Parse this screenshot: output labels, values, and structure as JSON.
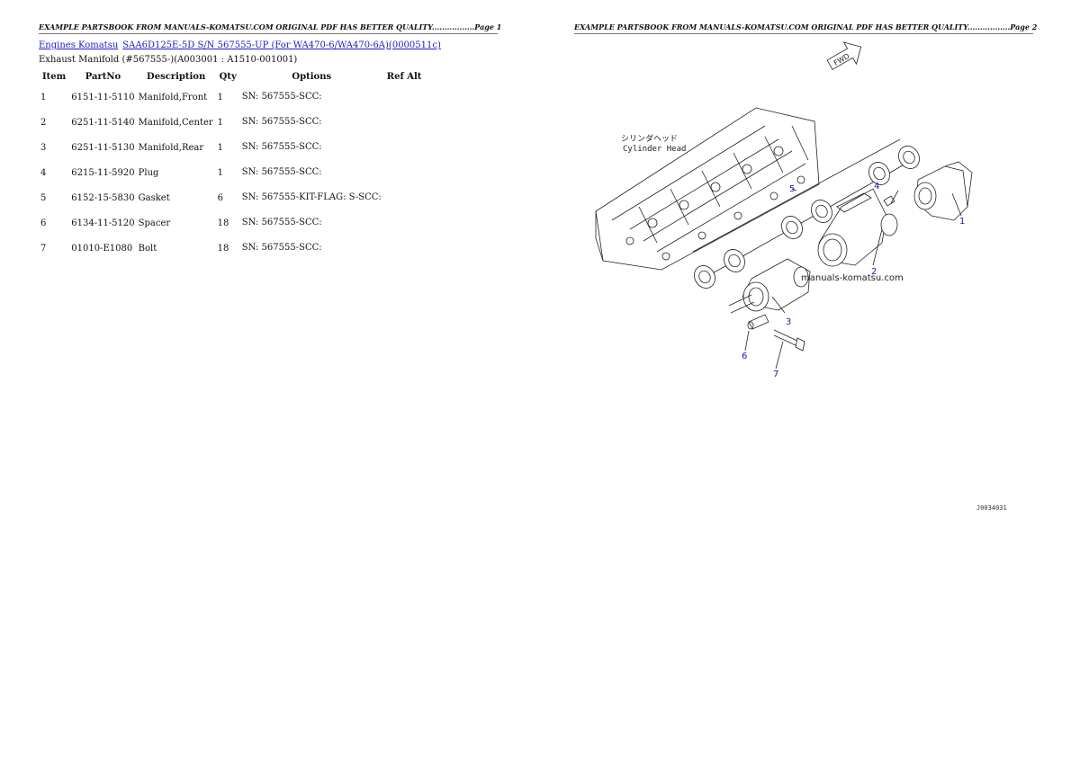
{
  "headers": {
    "page1": "EXAMPLE PARTSBOOK FROM MANUALS-KOMATSU.COM ORIGINAL PDF HAS BETTER QUALITY.................Page 1",
    "page2": "EXAMPLE PARTSBOOK FROM MANUALS-KOMATSU.COM ORIGINAL PDF HAS BETTER QUALITY.................Page 2"
  },
  "breadcrumb": {
    "link1": "Engines Komatsu",
    "link2": "SAA6D125E-5D S/N 567555-UP (For WA470-6/WA470-6A)(0000511c)"
  },
  "subtitle": "Exhaust Manifold (#567555-)(A003001 : A1510-001001)",
  "table": {
    "headers": [
      "Item",
      "PartNo",
      "Description",
      "Qty",
      "Options",
      "Ref Alt"
    ],
    "rows": [
      {
        "item": "1",
        "part": "6151-11-5110",
        "desc": "Manifold,Front",
        "qty": "1",
        "options": "SN: 567555-SCC:",
        "ref": ""
      },
      {
        "item": "2",
        "part": "6251-11-5140",
        "desc": "Manifold,Center",
        "qty": "1",
        "options": "SN: 567555-SCC:",
        "ref": ""
      },
      {
        "item": "3",
        "part": "6251-11-5130",
        "desc": "Manifold,Rear",
        "qty": "1",
        "options": "SN: 567555-SCC:",
        "ref": ""
      },
      {
        "item": "4",
        "part": "6215-11-5920",
        "desc": "Plug",
        "qty": "1",
        "options": "SN: 567555-SCC:",
        "ref": ""
      },
      {
        "item": "5",
        "part": "6152-15-5830",
        "desc": "Gasket",
        "qty": "6",
        "options": "SN: 567555-KIT-FLAG: S-SCC:",
        "ref": ""
      },
      {
        "item": "6",
        "part": "6134-11-5120",
        "desc": "Spacer",
        "qty": "18",
        "options": "SN: 567555-SCC:",
        "ref": ""
      },
      {
        "item": "7",
        "part": "01010-E1080",
        "desc": "Bolt",
        "qty": "18",
        "options": "SN: 567555-SCC:",
        "ref": ""
      }
    ]
  },
  "diagram": {
    "fwd": "FWD",
    "head_jp": "シリンダヘッド",
    "head_en": "Cylinder Head",
    "watermark": "manuals-komatsu.com",
    "code": "J0034031",
    "callouts": [
      "1",
      "2",
      "3",
      "4",
      "5",
      "6",
      "7"
    ]
  }
}
